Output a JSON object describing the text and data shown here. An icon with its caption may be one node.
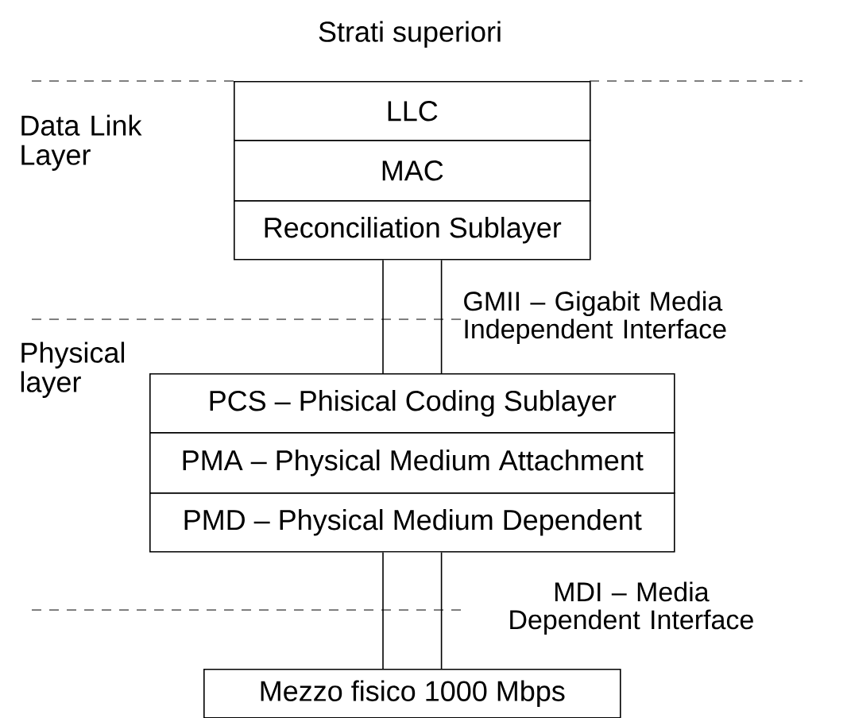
{
  "diagram": {
    "nodes": [
      {
        "text": [
          "LLC"
        ]
      },
      {
        "text": [
          "MAC"
        ]
      },
      {
        "text": [
          "Reconciliation Sublayer"
        ]
      },
      {
        "text": [
          "PCS – Phisical Coding Sublayer"
        ]
      },
      {
        "text": [
          "PMA – Physical Medium Attachment"
        ]
      },
      {
        "text": [
          "PMD – Physical Medium Dependent"
        ]
      },
      {
        "text": [
          "Mezzo fisico 1000 Mbps"
        ]
      }
    ],
    "edges": [
      {
        "from": 2,
        "to": 3,
        "arrow": "none",
        "label": "GMII – Gigabit Media Independent Interface"
      },
      {
        "from": 5,
        "to": 6,
        "arrow": "none",
        "label": "MDI – Media Dependent Interface"
      }
    ],
    "labels": [
      "Strati superiori",
      "Data Link Layer",
      "Physical layer"
    ]
  }
}
